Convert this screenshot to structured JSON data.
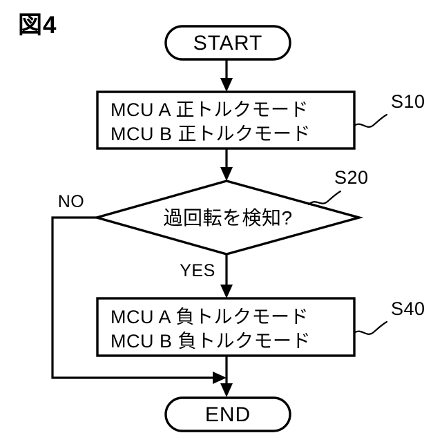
{
  "figure": {
    "title": "図4"
  },
  "nodes": {
    "start": {
      "label": "START",
      "shape": "terminator"
    },
    "step_s10": {
      "line1": "MCU A 正トルクモード",
      "line2": "MCU B 正トルクモード",
      "step_id": "S10",
      "shape": "process"
    },
    "decision_s20": {
      "label": "過回転を検知?",
      "step_id": "S20",
      "shape": "decision"
    },
    "step_s40": {
      "line1": "MCU A 負トルクモード",
      "line2": "MCU B 負トルクモード",
      "step_id": "S40",
      "shape": "process"
    },
    "end": {
      "label": "END",
      "shape": "terminator"
    }
  },
  "branches": {
    "no_label": "NO",
    "yes_label": "YES"
  },
  "colors": {
    "line": "#000000",
    "fill": "#ffffff",
    "background": "#ffffff"
  }
}
